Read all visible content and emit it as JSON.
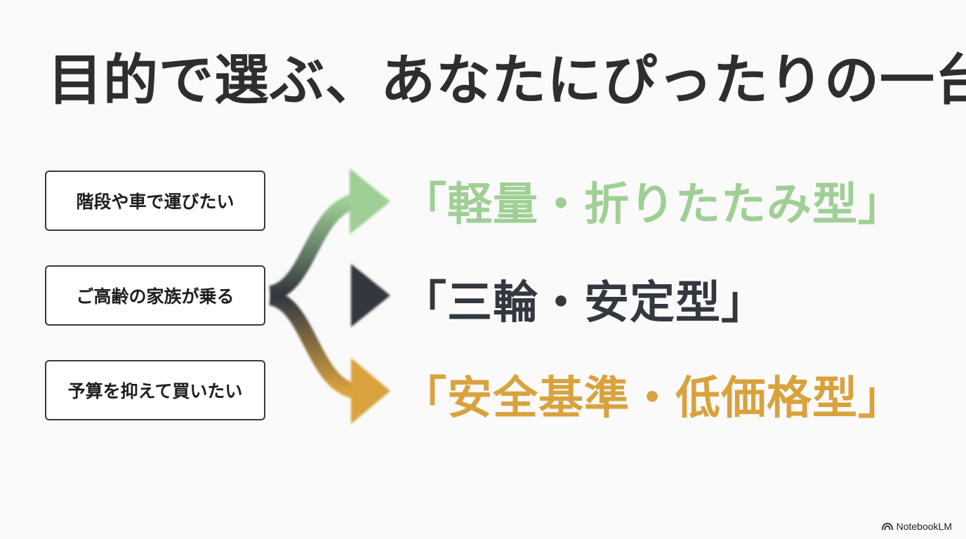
{
  "title": "目的で選ぶ、あなたにぴったりの一台",
  "needs": [
    "階段や車で運びたい",
    "ご高齢の家族が乗る",
    "予算を抑えて買いたい"
  ],
  "types": [
    "「軽量・折りたたみ型」",
    "「三輪・安定型」",
    "「安全基準・低価格型」"
  ],
  "colors": {
    "green": "#9fcf95",
    "dark": "#333840",
    "orange": "#d9a23d"
  },
  "brand": {
    "icon": "notebooklm-logo-icon",
    "label": "NotebookLM"
  }
}
